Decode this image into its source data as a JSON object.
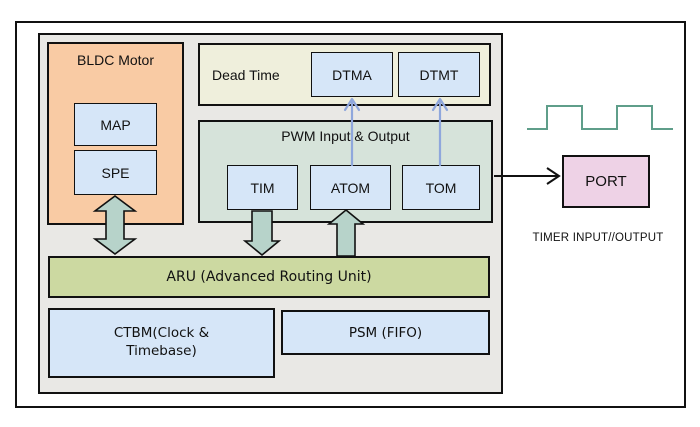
{
  "colors": {
    "container_gray": "#e9e8e5",
    "bldc_orange": "#f9cba4",
    "box_blue": "#d6e6f8",
    "deadtime_cream": "#efefdc",
    "pwm_green": "#d6e3da",
    "aru_olive": "#ccd9a1",
    "port_pink": "#eed2e6",
    "block_arrow_teal": "#b7d3ca",
    "thin_arrow_blue": "#8fa7dc",
    "waveform_teal": "#5f9e8a",
    "line_black": "#111111"
  },
  "diagram": {
    "bldc": {
      "title": "BLDC Motor",
      "map_label": "MAP",
      "spe_label": "SPE"
    },
    "dead_time": {
      "title": "Dead Time",
      "dtma_label": "DTMA",
      "dtmt_label": "DTMT"
    },
    "pwm": {
      "title": "PWM Input & Output",
      "tim_label": "TIM",
      "atom_label": "ATOM",
      "tom_label": "TOM"
    },
    "aru_label": "ARU (Advanced Routing Unit)",
    "ctbm_label": "CTBM(Clock & Timebase)",
    "psm_label": "PSM (FIFO)",
    "port_label": "PORT",
    "caption": "TIMER INPUT//OUTPUT"
  }
}
